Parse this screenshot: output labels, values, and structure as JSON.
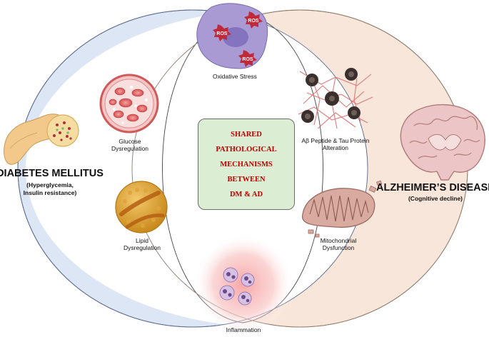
{
  "left_disease": {
    "title": "DIABETES MELLITUS",
    "subtitle_line1": "(Hyperglycemia,",
    "subtitle_line2": "Insulin resistance)"
  },
  "right_disease": {
    "title": "ALZHEIMER’S DISEASE",
    "subtitle": "(Cognitive decline)"
  },
  "center": {
    "lines": [
      "SHARED",
      "PATHOLOGICAL",
      "MECHANISMS",
      "BETWEEN",
      "DM & AD"
    ]
  },
  "mechanisms": {
    "oxidative_stress": "Oxidative Stress",
    "ros_label": "ROS",
    "glucose_line1": "Glucose",
    "glucose_line2": "Dysregulation",
    "lipid_line1": "Lipid",
    "lipid_line2": "Dysregulation",
    "inflammation": "Inflammation",
    "abeta_line1": "Aβ Peptide & Tau Protein",
    "abeta_line2": "Alteration",
    "mito_line1": "Mitochondrial",
    "mito_line2": "Dysfunction"
  },
  "colors": {
    "left_fill": "#dde6f5",
    "right_fill": "#f9e6da",
    "center_box_fill": "#dbeed3",
    "center_text": "#c00000",
    "ros_star": "#c0293a"
  }
}
